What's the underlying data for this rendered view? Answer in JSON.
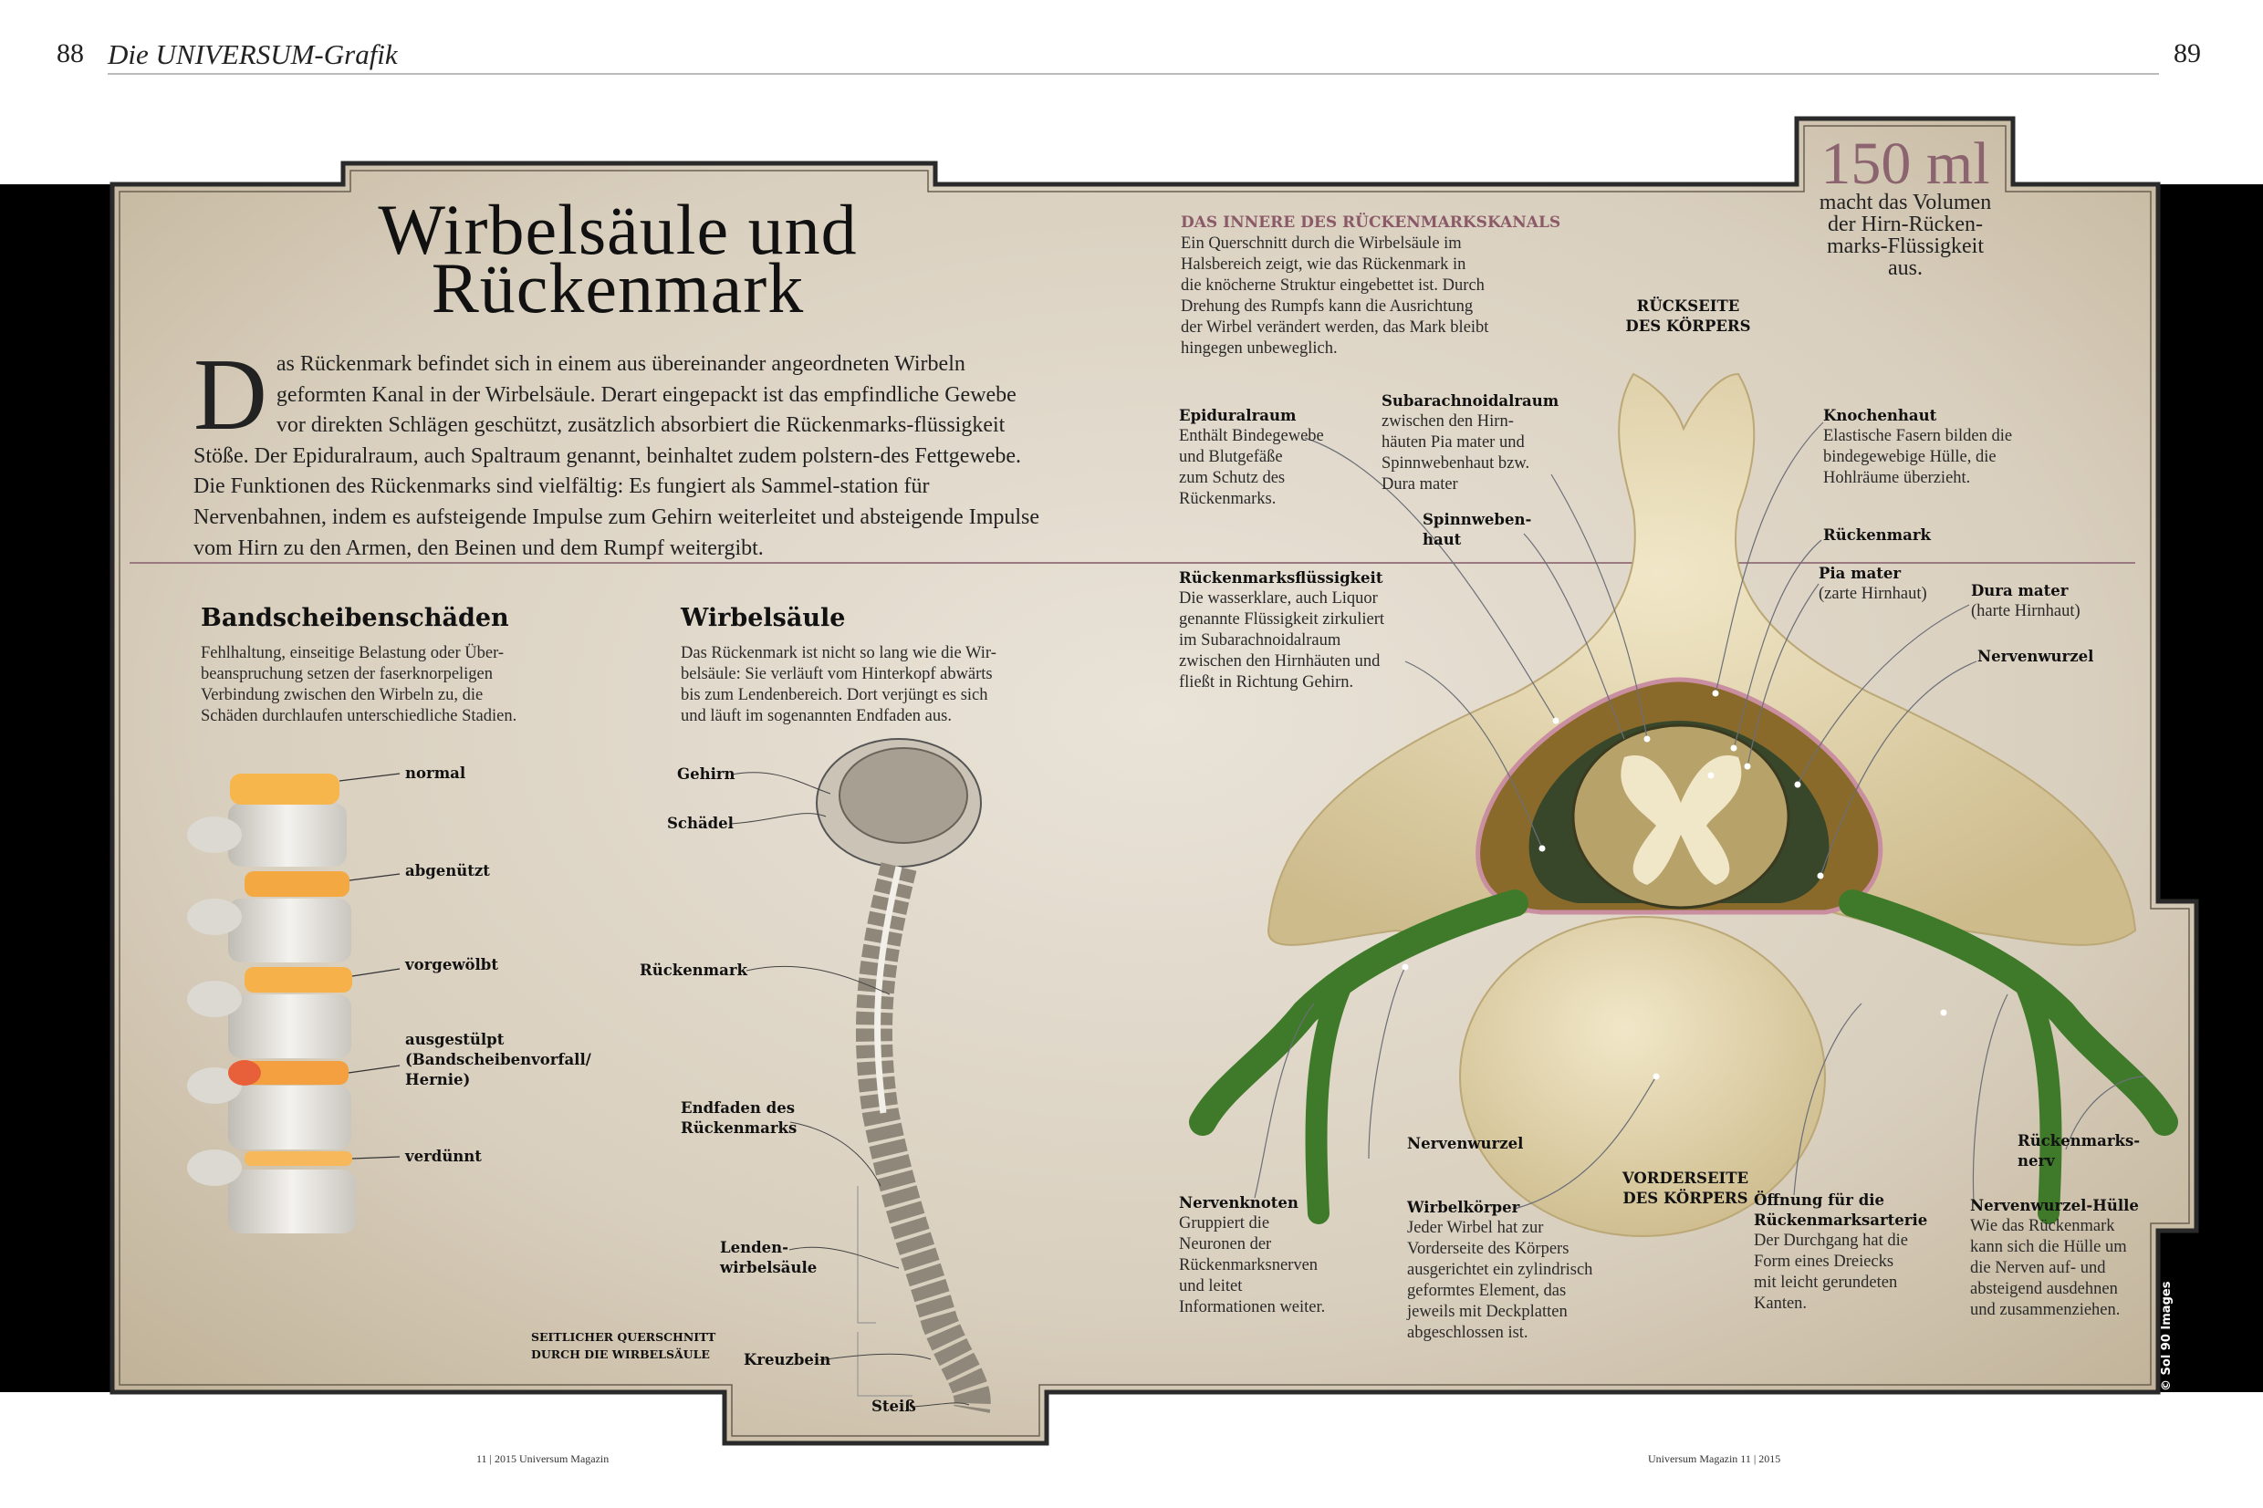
{
  "header": {
    "page_left": "88",
    "title": "Die UNIVERSUM-Grafik",
    "page_right": "89"
  },
  "title": {
    "line1": "Wirbelsäule und",
    "line2": "Rückenmark"
  },
  "intro": {
    "dropcap": "D",
    "text": "as Rückenmark befindet sich in einem aus übereinander angeordneten Wirbeln geformten Kanal in der Wirbelsäule. Derart eingepackt ist das empfindliche Gewebe vor direkten Schlägen geschützt, zusätzlich absorbiert die Rückenmarks-flüssigkeit Stöße. Der Epiduralraum, auch Spaltraum genannt, beinhaltet zudem polstern-des Fettgewebe. Die Funktionen des Rückenmarks sind vielfältig: Es fungiert als Sammel-station für Nervenbahnen, indem es aufsteigende Impulse zum Gehirn weiterleitet und absteigende Impulse vom Hirn zu den Armen, den Beinen und dem Rumpf weitergibt."
  },
  "bandscheiben": {
    "heading": "Bandscheibenschäden",
    "body": "Fehlhaltung, einseitige Belastung oder Über-\nbeanspruchung setzen der faserknorpeligen\nVerbindung zwischen den Wirbeln zu, die\nSchäden durchlaufen unterschiedliche Stadien.",
    "labels": [
      "normal",
      "abgenützt",
      "vorgewölbt",
      "ausgestülpt\n(Bandscheibenvorfall/\nHernie)",
      "verdünnt"
    ]
  },
  "wirbelsaeule": {
    "heading": "Wirbelsäule",
    "body": "Das Rückenmark ist nicht so lang wie die Wir-\nbelsäule: Sie verläuft vom Hinterkopf abwärts\nbis zum Lendenbereich. Dort verjüngt es sich\nund läuft im sogenannten Endfaden aus.",
    "labels": {
      "gehirn": "Gehirn",
      "schaedel": "Schädel",
      "rueckenmark": "Rückenmark",
      "endfaden": "Endfaden des\nRückenmarks",
      "lenden": "Lenden-\nwirbelsäule",
      "kreuzbein": "Kreuzbein",
      "steiss": "Steiß"
    },
    "caption": "SEITLICHER QUERSCHNITT\nDURCH DIE WIRBELSÄULE"
  },
  "kanal": {
    "heading": "DAS INNERE DES RÜCKENMARKSKANALS",
    "body": "Ein Querschnitt durch die Wirbelsäule im\nHalsbereich zeigt, wie das Rückenmark in\ndie knöcherne Struktur eingebettet ist. Durch\nDrehung des Rumpfs kann die Ausrichtung\nder Wirbel verändert werden, das Mark bleibt\nhingegen unbeweglich.",
    "rueckseite": "RÜCKSEITE\nDES KÖRPERS",
    "vorderseite": "VORDERSEITE\nDES KÖRPERS",
    "labels": {
      "epidural": {
        "title": "Epiduralraum",
        "body": "Enthält Bindegewebe\nund Blutgefäße\nzum Schutz des\nRückenmarks."
      },
      "subarach": {
        "title": "Subarachnoidalraum",
        "body": "zwischen den Hirn-\nhäuten Pia mater und\nSpinnwebenhaut bzw.\nDura mater"
      },
      "spinnweben": {
        "title": "Spinnweben-\nhaut"
      },
      "fluessigkeit": {
        "title": "Rückenmarksflüssigkeit",
        "body": "Die wasserklare, auch Liquor\ngenannte Flüssigkeit zirkuliert\nim Subarachnoidalraum\nzwischen den Hirnhäuten und\nfließt in Richtung Gehirn."
      },
      "knochenhaut": {
        "title": "Knochenhaut",
        "body": "Elastische Fasern bilden die\nbindegewebige Hülle, die\nHohlräume überzieht."
      },
      "rueckenmark": {
        "title": "Rückenmark"
      },
      "pia": {
        "title": "Pia mater",
        "body": "(zarte Hirnhaut)"
      },
      "dura": {
        "title": "Dura mater",
        "body": "(harte Hirnhaut)"
      },
      "nervenwurzel_r": {
        "title": "Nervenwurzel"
      },
      "nervenwurzel_b": {
        "title": "Nervenwurzel"
      },
      "nervenknoten": {
        "title": "Nervenknoten",
        "body": "Gruppiert die\nNeuronen der\nRückenmarksnerven\nund leitet\nInformationen weiter."
      },
      "wirbelkoerper": {
        "title": "Wirbelkörper",
        "body": "Jeder Wirbel hat zur\nVorderseite des Körpers\nausgerichtet ein zylindrisch\ngeformtes Element, das\njeweils mit Deckplatten\nabgeschlossen ist."
      },
      "oeffnung": {
        "title": "Öffnung für die\nRückenmarksarterie",
        "body": "Der Durchgang hat die\nForm eines Dreiecks\nmit leicht gerundeten\nKanten."
      },
      "huelle": {
        "title": "Nervenwurzel-Hülle",
        "body": "Wie das Rückenmark\nkann sich die Hülle um\ndie Nerven auf- und\nabsteigend ausdehnen\nund zusammenziehen."
      },
      "nerv": {
        "title": "Rückenmarks-\nnerv"
      }
    }
  },
  "factbox": {
    "value": "150 ml",
    "text": "macht das Volumen\nder Hirn-Rücken-\nmarks-Flüssigkeit\naus."
  },
  "credit": "© Sol 90 Images",
  "footer": {
    "left": "11 | 2015  Universum Magazin",
    "right": "Universum Magazin  11 | 2015"
  },
  "colors": {
    "accent": "#8c6470",
    "panel": "#d8cfbf",
    "bone": "#e4d6b0",
    "nerve": "#3f7a2a",
    "disc": "#f5b24a",
    "hernia": "#e8603a"
  }
}
